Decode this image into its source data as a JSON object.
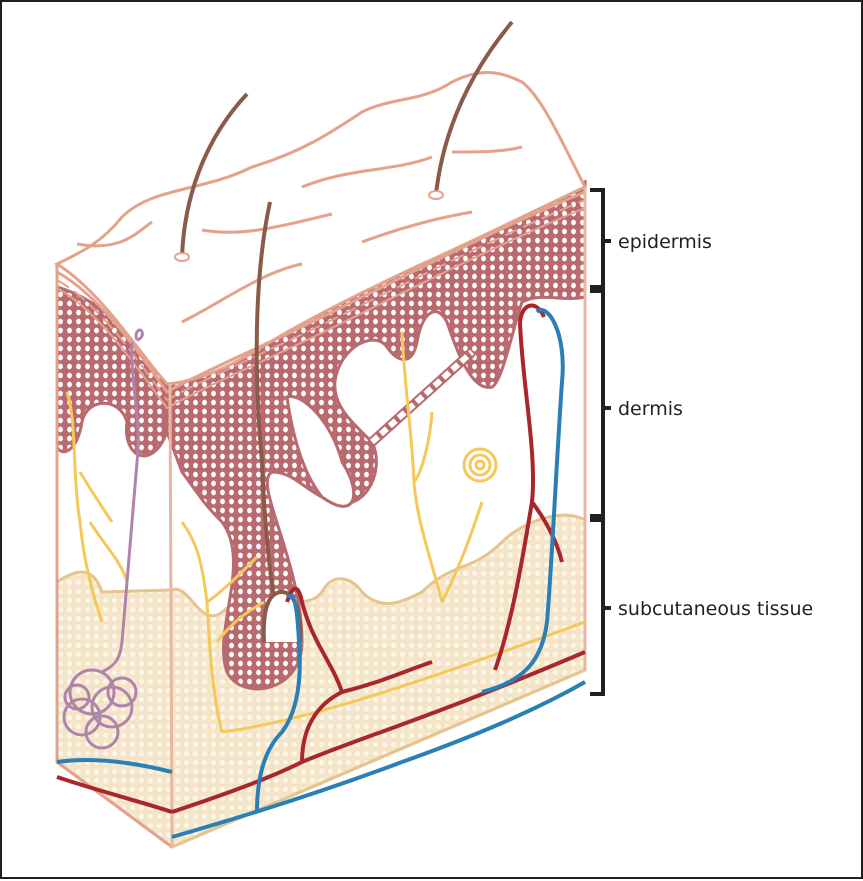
{
  "labels": {
    "epidermis": "epidermis",
    "dermis": "dermis",
    "subcutaneous": "subcutaneous tissue"
  },
  "colors": {
    "epidermis_outline": "#e4a18c",
    "dermis_fill": "#b96a6f",
    "subcutaneous_fill": "#f2dfc0",
    "subcutaneous_edge": "#e5c48e",
    "hair": "#8a5a4a",
    "nerve": "#f5c85a",
    "artery": "#a8262c",
    "vein": "#2a7fb5",
    "sweat_gland": "#b084a8",
    "frame": "#231f20"
  }
}
